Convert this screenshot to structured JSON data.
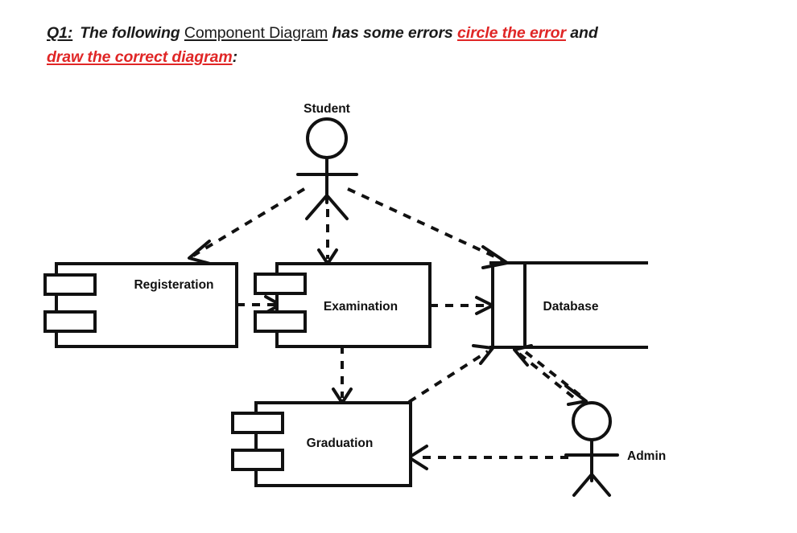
{
  "question": {
    "number": "Q1:",
    "part1": "The following ",
    "subject": "Component Diagram",
    "part2": " has some errors ",
    "instruction1": "circle the error",
    "part3": " and",
    "instruction2": "draw the correct diagram",
    "colon": ":",
    "red_color": "#e02626",
    "text_color": "#1b1b1b"
  },
  "diagram": {
    "type": "uml-component-diagram",
    "components": [
      {
        "id": "registeration",
        "label": "Registeration"
      },
      {
        "id": "examination",
        "label": "Examination"
      },
      {
        "id": "database",
        "label": "Database"
      },
      {
        "id": "graduation",
        "label": "Graduation"
      }
    ],
    "actors": [
      {
        "id": "student",
        "label": "Student"
      },
      {
        "id": "admin",
        "label": "Admin"
      }
    ],
    "connections": [
      {
        "from": "student",
        "to": "registeration",
        "style": "dashed",
        "direction": "one-way"
      },
      {
        "from": "student",
        "to": "examination",
        "style": "dashed",
        "direction": "one-way"
      },
      {
        "from": "student",
        "to": "database",
        "style": "dashed",
        "direction": "one-way"
      },
      {
        "from": "registeration",
        "to": "examination",
        "style": "dashed",
        "direction": "one-way"
      },
      {
        "from": "examination",
        "to": "database",
        "style": "dashed",
        "direction": "one-way"
      },
      {
        "from": "examination",
        "to": "graduation",
        "style": "dashed",
        "direction": "one-way"
      },
      {
        "from": "graduation",
        "to": "database",
        "style": "dashed",
        "direction": "one-way"
      },
      {
        "from": "database",
        "to": "admin",
        "style": "dashed",
        "direction": "one-way"
      },
      {
        "from": "admin",
        "to": "database",
        "style": "dashed",
        "direction": "one-way"
      },
      {
        "from": "admin",
        "to": "graduation",
        "style": "dashed",
        "direction": "one-way"
      }
    ],
    "notes": {
      "database_shape": "open-rectangle-missing-right-edge",
      "database_missing_tabs": "true"
    }
  }
}
